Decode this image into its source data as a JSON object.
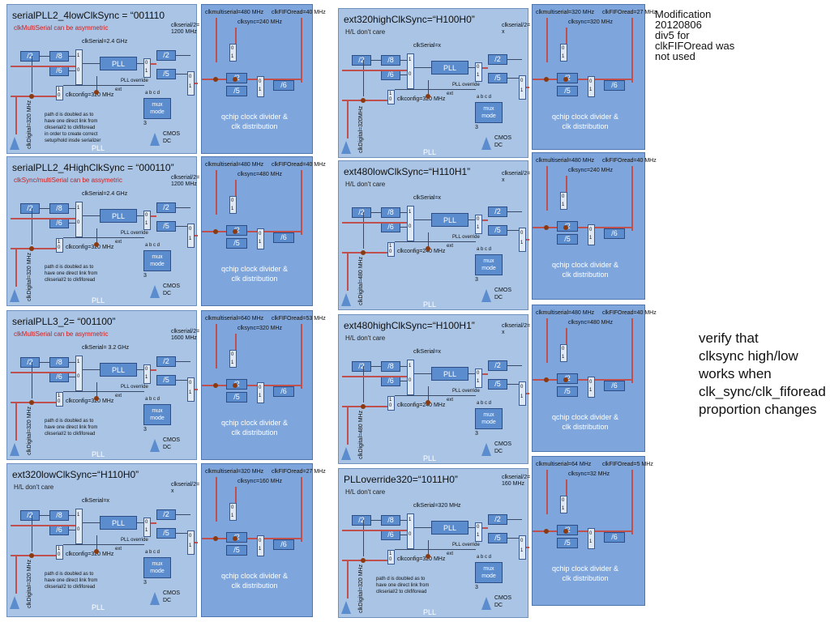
{
  "panels": [
    {
      "title": "serialPLL2_4lowClkSync = “001110",
      "subtitle": "clkMultiSerial can be asymmetric",
      "subtitle_color": "red",
      "clkserial": "clkSerial=2.4 GHz",
      "serial_div": "clkserial/2=\n1200 MHz",
      "top_a": "clkmultiserial=480 MHz",
      "top_b": "clkFIFOread=40 MHz",
      "top_c": "clksync=240 MHz",
      "clkdigital": "clkDigital=320 MHz",
      "note": "path d is doubled as to\nhave one direct link from\nclkserial/2 to clkfiforead\nin order to create correct\nsetup/hold insde serializer"
    },
    {
      "title": "serialPLL2_4HighClkSync = “000110”",
      "subtitle": "clkSync/multiSerial can be assymetric",
      "subtitle_color": "red",
      "clkserial": "clkSerial=2.4 GHz",
      "serial_div": "clkserial/2=\n1200 MHz",
      "top_a": "clkmultiserial=480 MHz",
      "top_b": "clkFIFOread=40 MHz",
      "top_c": "clksync=480 MHz",
      "clkdigital": "clkDigital=320 MHz",
      "note": "path d is doubled as to\nhave one direct link from\nclkserial/2 to clkfiforead"
    },
    {
      "title": "serialPLL3_2= “001100”",
      "subtitle": "clkMultiSerial can be asymmetric",
      "subtitle_color": "red",
      "clkserial": "clkSerial= 3.2 GHz",
      "serial_div": "clkserial/2=\n1600 MHz",
      "top_a": "clkmultiserial=640 MHz",
      "top_b": "clkFIFOread=53 MHz",
      "top_c": "clksync=320 MHz",
      "clkdigital": "clkDigital=320 MHz",
      "note": "path d is doubled as to\nhave one direct link from\nclkserial/2 to clkfiforead"
    },
    {
      "title": "ext320lowClkSync=“H110H0”",
      "subtitle": "H/L don't care",
      "subtitle_color": "black",
      "clkserial": "clkSerial=x",
      "serial_div": "clkserial/2=\nx",
      "top_a": "clkmultiserial=320 MHz",
      "top_b": "clkFIFOread=27 MHz",
      "top_c": "clksync=160 MHz",
      "clkdigital": "clkDigital=320 MHz",
      "note": "path d is doubled as to\nhave one direct link from\nclkserial/2 to clkfiforead"
    },
    {
      "title": "ext320highClkSync=“H100H0”",
      "subtitle": "H/L don't care",
      "subtitle_color": "black",
      "clkserial": "clkSerial=x",
      "serial_div": "clkserial/2=\nx",
      "top_a": "clkmultiserial=320 MHz",
      "top_b": "clkFIFOread=27 MHz",
      "top_c": "clksync=320 MHz",
      "clkdigital": "clkDigital=320MHz",
      "note": ""
    },
    {
      "title": "ext480lowClkSync=“H110H1”",
      "subtitle": "H/L don't care",
      "subtitle_color": "black",
      "clkserial": "clkSerial=x",
      "serial_div": "clkserial/2=\nx",
      "top_a": "clkmultiserial=480 MHz",
      "top_b": "clkFIFOread=40 MHz",
      "top_c": "clksync=240 MHz",
      "clkdigital": "clkDigital=480 MHz",
      "note": ""
    },
    {
      "title": "ext480highClkSync=“H100H1”",
      "subtitle": "H/L don't care",
      "subtitle_color": "black",
      "clkserial": "clkSerial=x",
      "serial_div": "clkserial/2=\nx",
      "top_a": "clkmultiserial=480 MHz",
      "top_b": "clkFIFOread=40 MHz",
      "top_c": "clksync=480 MHz",
      "clkdigital": "clkDigital=480 MHz",
      "note": ""
    },
    {
      "title": "PLLoverride320=“1011H0”",
      "subtitle": "H/L don't care",
      "subtitle_color": "black",
      "clkserial": "clkSerial=320 MHz",
      "serial_div": "clkserial/2=\n160 MHz",
      "top_a": "clkmultiserial=64 MHz",
      "top_b": "clkFIFOread=5 MHz",
      "top_c": "clksync=32 MHz",
      "clkdigital": "clkDigital=320 MHz",
      "note": "path d is doubled as to\nhave one direct link from\nclkserial/2 to clkfiforead"
    }
  ],
  "common": {
    "div2": "/2",
    "div8": "/8",
    "div6": "/6",
    "div5": "/5",
    "pll": "PLL",
    "pll_label": "PLL",
    "pll_override": "PLL override",
    "ext": "ext",
    "clkconfig_320": "clkconfig=320 MHz",
    "clkconfig_240": "clkconfig=240 MHz",
    "mux_mode": "mux\nmode",
    "cmos_dc": "CMOS\nDC",
    "abcd": "a  b  c  d",
    "qchip": "qchip clock divider &\nclk distribution",
    "three": "3"
  },
  "side_note": "Modification\n 20120806\n div5 for\n clkFIFOread was\n not used",
  "verify_note": "verify that\nclksync high/low\nworks when\nclk_sync/clk_fiforead\nproportion changes"
}
